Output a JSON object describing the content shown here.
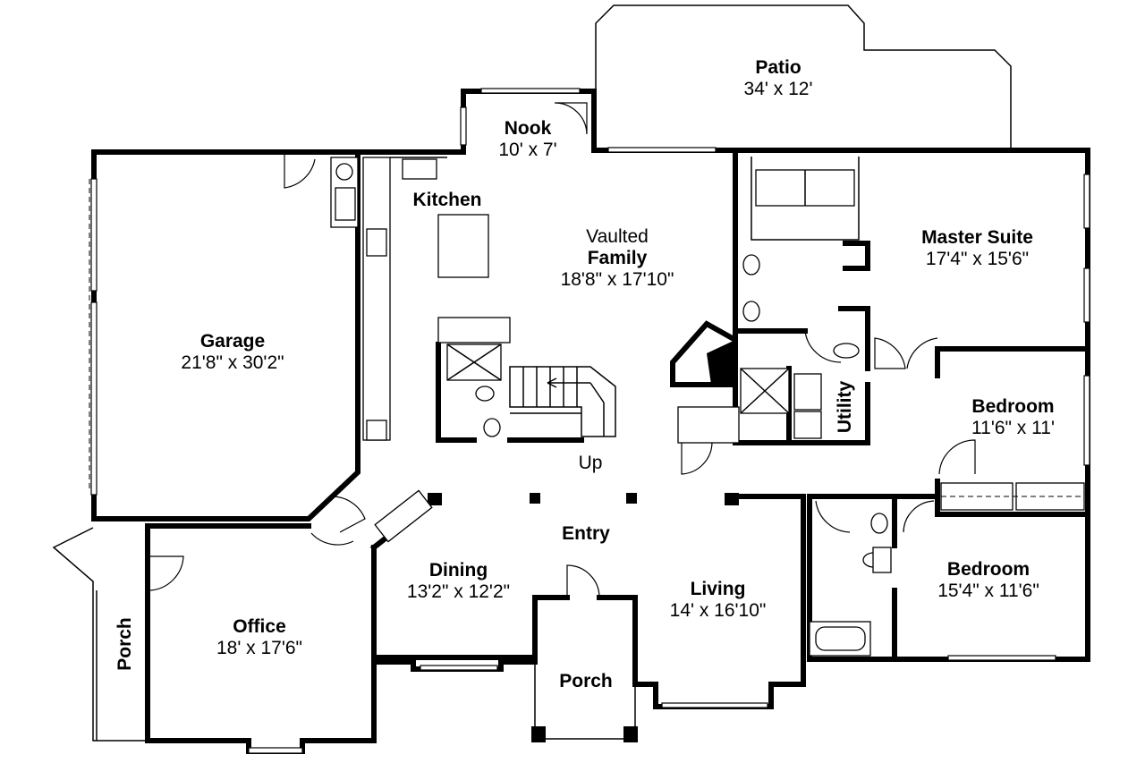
{
  "rooms": {
    "patio": {
      "name": "Patio",
      "size": "34' x 12'"
    },
    "nook": {
      "name": "Nook",
      "size": "10' x 7'"
    },
    "kitchen": {
      "name": "Kitchen"
    },
    "family": {
      "prefix": "Vaulted",
      "name": "Family",
      "size": "18'8\" x 17'10\""
    },
    "master": {
      "name": "Master Suite",
      "size": "17'4\" x 15'6\""
    },
    "garage": {
      "name": "Garage",
      "size": "21'8\" x 30'2\""
    },
    "bedroom1": {
      "name": "Bedroom",
      "size": "11'6\" x 11'"
    },
    "utility": {
      "name": "Utility"
    },
    "entry": {
      "name": "Entry"
    },
    "dining": {
      "name": "Dining",
      "size": "13'2\" x 12'2\""
    },
    "living": {
      "name": "Living",
      "size": "14' x 16'10\""
    },
    "bedroom2": {
      "name": "Bedroom",
      "size": "15'4\" x 11'6\""
    },
    "office": {
      "name": "Office",
      "size": "18' x 17'6\""
    },
    "porch_front": {
      "name": "Porch"
    },
    "porch_side": {
      "name": "Porch"
    }
  },
  "stairs": {
    "label": "Up"
  },
  "colors": {
    "wall": "#000000",
    "background": "#ffffff"
  }
}
